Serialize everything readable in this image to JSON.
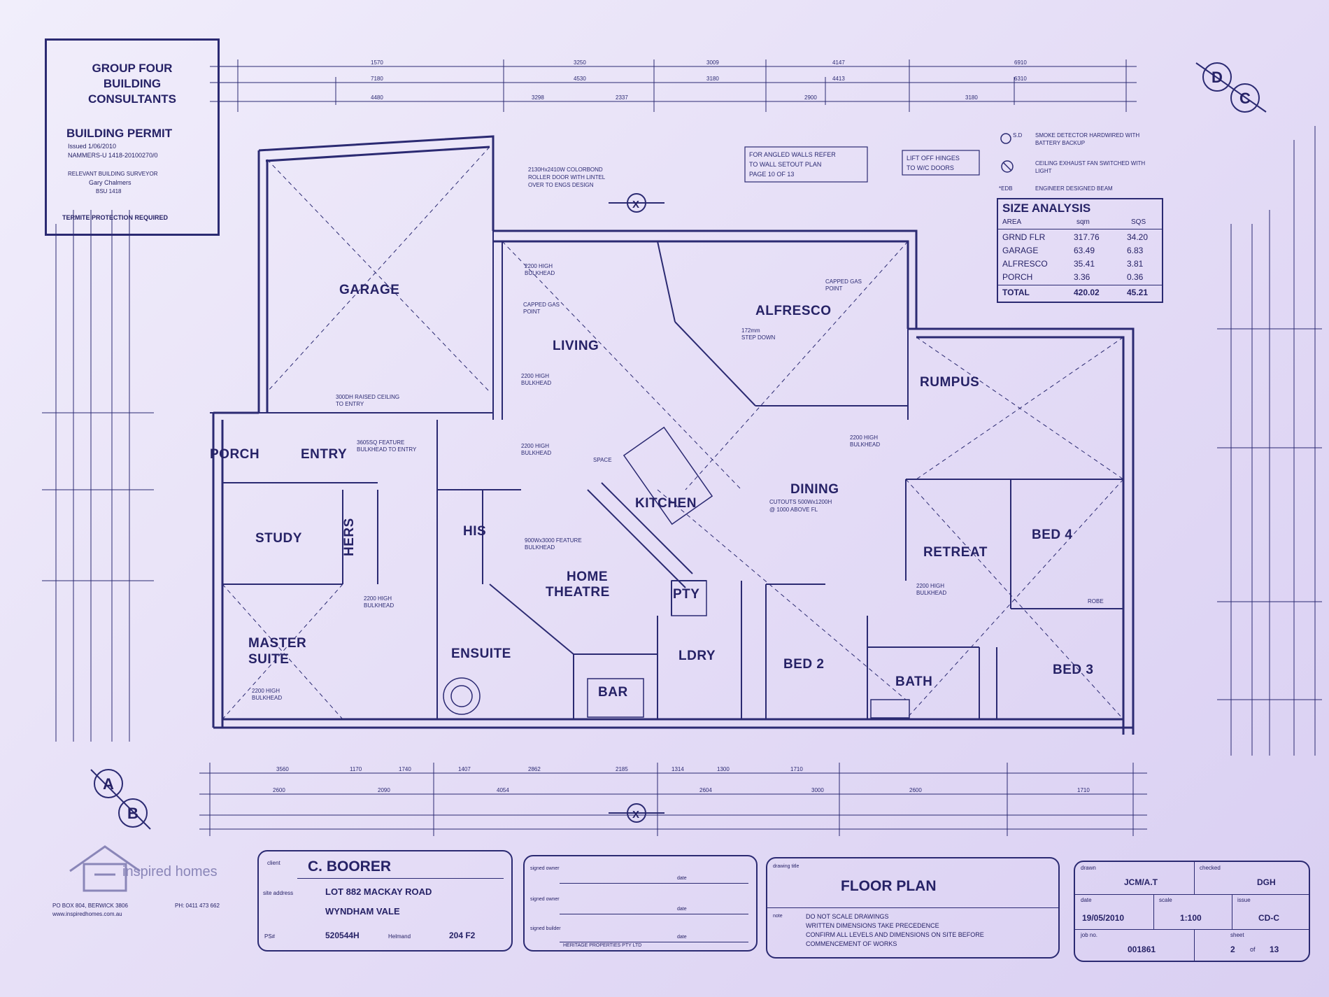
{
  "stamp": {
    "firm": [
      "GROUP FOUR",
      "BUILDING",
      "CONSULTANTS"
    ],
    "permit_heading": "BUILDING PERMIT",
    "lines": [
      "Issued 1/06/2010",
      "NAMMERS-U 1418-20100270/0",
      "RELEVANT BUILDING SURVEYOR",
      "Gary Chalmers",
      "BSU 1418"
    ],
    "footer": "TERMITE PROTECTION REQUIRED"
  },
  "rooms": {
    "garage": "GARAGE",
    "living": "LIVING",
    "alfresco": "ALFRESCO",
    "rumpus": "RUMPUS",
    "porch": "PORCH",
    "entry": "ENTRY",
    "study": "STUDY",
    "hers": "HERS",
    "his": "HIS",
    "kitchen": "KITCHEN",
    "dining": "DINING",
    "retreat": "RETREAT",
    "bed4": "BED 4",
    "home_theatre_1": "HOME",
    "home_theatre_2": "THEATRE",
    "pty": "PTY",
    "master_1": "MASTER",
    "master_2": "SUITE",
    "ensuite": "ENSUITE",
    "bar": "BAR",
    "ldry": "LDRY",
    "bed2": "BED 2",
    "bath": "BATH",
    "bed3": "BED 3"
  },
  "notes": {
    "roller_door": [
      "2130Hx2410W COLORBOND",
      "ROLLER DOOR WITH LINTEL",
      "OVER TO ENGS DESIGN"
    ],
    "angled_walls": [
      "FOR ANGLED WALLS REFER",
      "TO WALL SETOUT PLAN",
      "PAGE 10 OF 13"
    ],
    "lift_off": [
      "LIFT OFF HINGES",
      "TO W/C DOORS"
    ],
    "bulkhead": [
      "2200 HIGH",
      "BULKHEAD"
    ],
    "capped_gas": [
      "CAPPED GAS",
      "POINT"
    ],
    "step_down": [
      "172mm",
      "STEP DOWN"
    ],
    "raised_ceiling": [
      "300DH RAISED CEILING",
      "TO ENTRY"
    ],
    "feature_bulkhead": [
      "3605SQ FEATURE",
      "BULKHEAD TO ENTRY"
    ],
    "theatre_feature": [
      "900Wx3000 FEATURE",
      "BULKHEAD"
    ],
    "cutouts": [
      "CUTOUTS 500Wx1200H",
      "@ 1000 ABOVE FL"
    ],
    "space": "SPACE",
    "robe": "ROBE"
  },
  "legend": [
    {
      "symbol": "S.D",
      "text": [
        "SMOKE DETECTOR HARDWIRED WITH",
        "BATTERY BACKUP"
      ]
    },
    {
      "symbol": "fan",
      "text": [
        "CEILING EXHAUST FAN SWITCHED WITH",
        "LIGHT"
      ]
    },
    {
      "symbol": "*EDB",
      "text": [
        "ENGINEER DESIGNED BEAM"
      ]
    }
  ],
  "size_analysis": {
    "title": "SIZE ANALYSIS",
    "headers": [
      "AREA",
      "sqm",
      "SQS"
    ],
    "rows": [
      [
        "GRND FLR",
        "317.76",
        "34.20"
      ],
      [
        "GARAGE",
        "63.49",
        "6.83"
      ],
      [
        "ALFRESCO",
        "35.41",
        "3.81"
      ],
      [
        "PORCH",
        "3.36",
        "0.36"
      ],
      [
        "TOTAL",
        "420.02",
        "45.21"
      ]
    ]
  },
  "grid_markers": {
    "dc_1": "D",
    "dc_2": "C",
    "ab_1": "A",
    "ab_2": "B",
    "x_mark": "X"
  },
  "dims_top": [
    "1570",
    "3250",
    "3009",
    "4147",
    "6910",
    "7180",
    "4530",
    "3180",
    "4413",
    "6310",
    "4480",
    "3298",
    "2337",
    "2900",
    "3180"
  ],
  "dims_bottom": [
    "3560",
    "1170",
    "1740",
    "1407",
    "2862",
    "2185",
    "1314",
    "1300",
    "1710",
    "2600",
    "2090",
    "4054",
    "2604",
    "3000",
    "2600",
    "1710"
  ],
  "logo": {
    "brand": "inspired homes",
    "address": "PO BOX 804, BERWICK 3806",
    "phone": "PH: 0411 473 662",
    "web": "www.inspiredhomes.com.au"
  },
  "title_block": {
    "client_label": "client",
    "client": "C. BOORER",
    "site_label": "site address",
    "site_line1": "LOT 882 MACKAY ROAD",
    "site_line2": "WYNDHAM VALE",
    "ps_label": "PS#",
    "ps": "520544H",
    "helmand_label": "Helmand",
    "helmand": "204 F2",
    "signed_owner": "signed owner",
    "signed_owner2": "signed owner",
    "signed_builder": "signed builder",
    "date": "date",
    "developer": "HERITAGE PROPERTIES PTY LTD",
    "drawing_label": "drawing title",
    "drawing_title": "FLOOR PLAN",
    "note_label": "note",
    "notes": [
      "DO NOT SCALE DRAWINGS",
      "WRITTEN DIMENSIONS TAKE PRECEDENCE",
      "CONFIRM ALL LEVELS AND DIMENSIONS ON SITE BEFORE",
      "COMMENCEMENT OF WORKS"
    ],
    "drawn_label": "drawn",
    "drawn": "JCM/A.T",
    "checked_label": "checked",
    "checked": "DGH",
    "date_label": "date",
    "date_value": "19/05/2010",
    "scale_label": "scale",
    "scale": "1:100",
    "issue_label": "issue",
    "issue": "CD-C",
    "job_label": "job no.",
    "job": "001861",
    "sheet_label": "sheet",
    "sheet": "2",
    "of": "of",
    "total": "13"
  }
}
